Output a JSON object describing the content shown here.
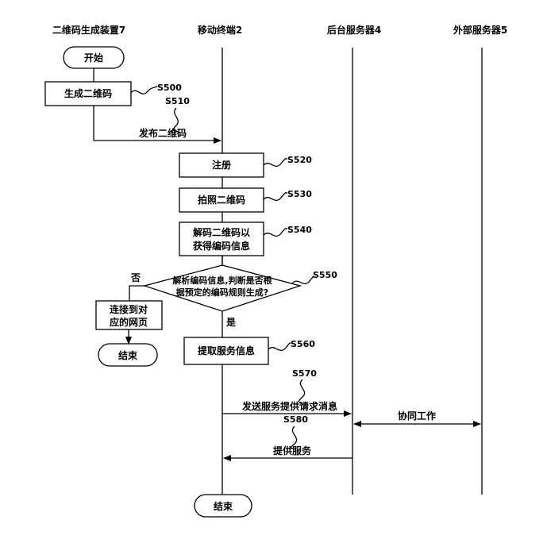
{
  "lanes": {
    "qr_device": "二维码生成装置7",
    "mobile": "移动终端2",
    "backend": "后台服务器4",
    "external": "外部服务器5"
  },
  "nodes": {
    "start": "开始",
    "generate_qr": "生成二维码",
    "publish_qr": "发布二维码",
    "register": "注册",
    "photo_qr": "拍照二维码",
    "decode_line1": "解码二维码以",
    "decode_line2": "获得编码信息",
    "decision_line1": "解析编码信息,判断是否根",
    "decision_line2": "据预定的编码规则生成?",
    "no": "否",
    "yes": "是",
    "connect_line1": "连接到对",
    "connect_line2": "应的网页",
    "end_left": "结束",
    "extract_service": "提取服务信息",
    "send_request": "发送服务提供请求消息",
    "cooperate": "协同工作",
    "provide_service": "提供服务",
    "end_bottom": "结束"
  },
  "steps": {
    "s500": "S500",
    "s510": "S510",
    "s520": "S520",
    "s530": "S530",
    "s540": "S540",
    "s550": "S550",
    "s560": "S560",
    "s570": "S570",
    "s580": "S580"
  },
  "colors": {
    "stroke": "#000000",
    "fill": "#ffffff"
  }
}
